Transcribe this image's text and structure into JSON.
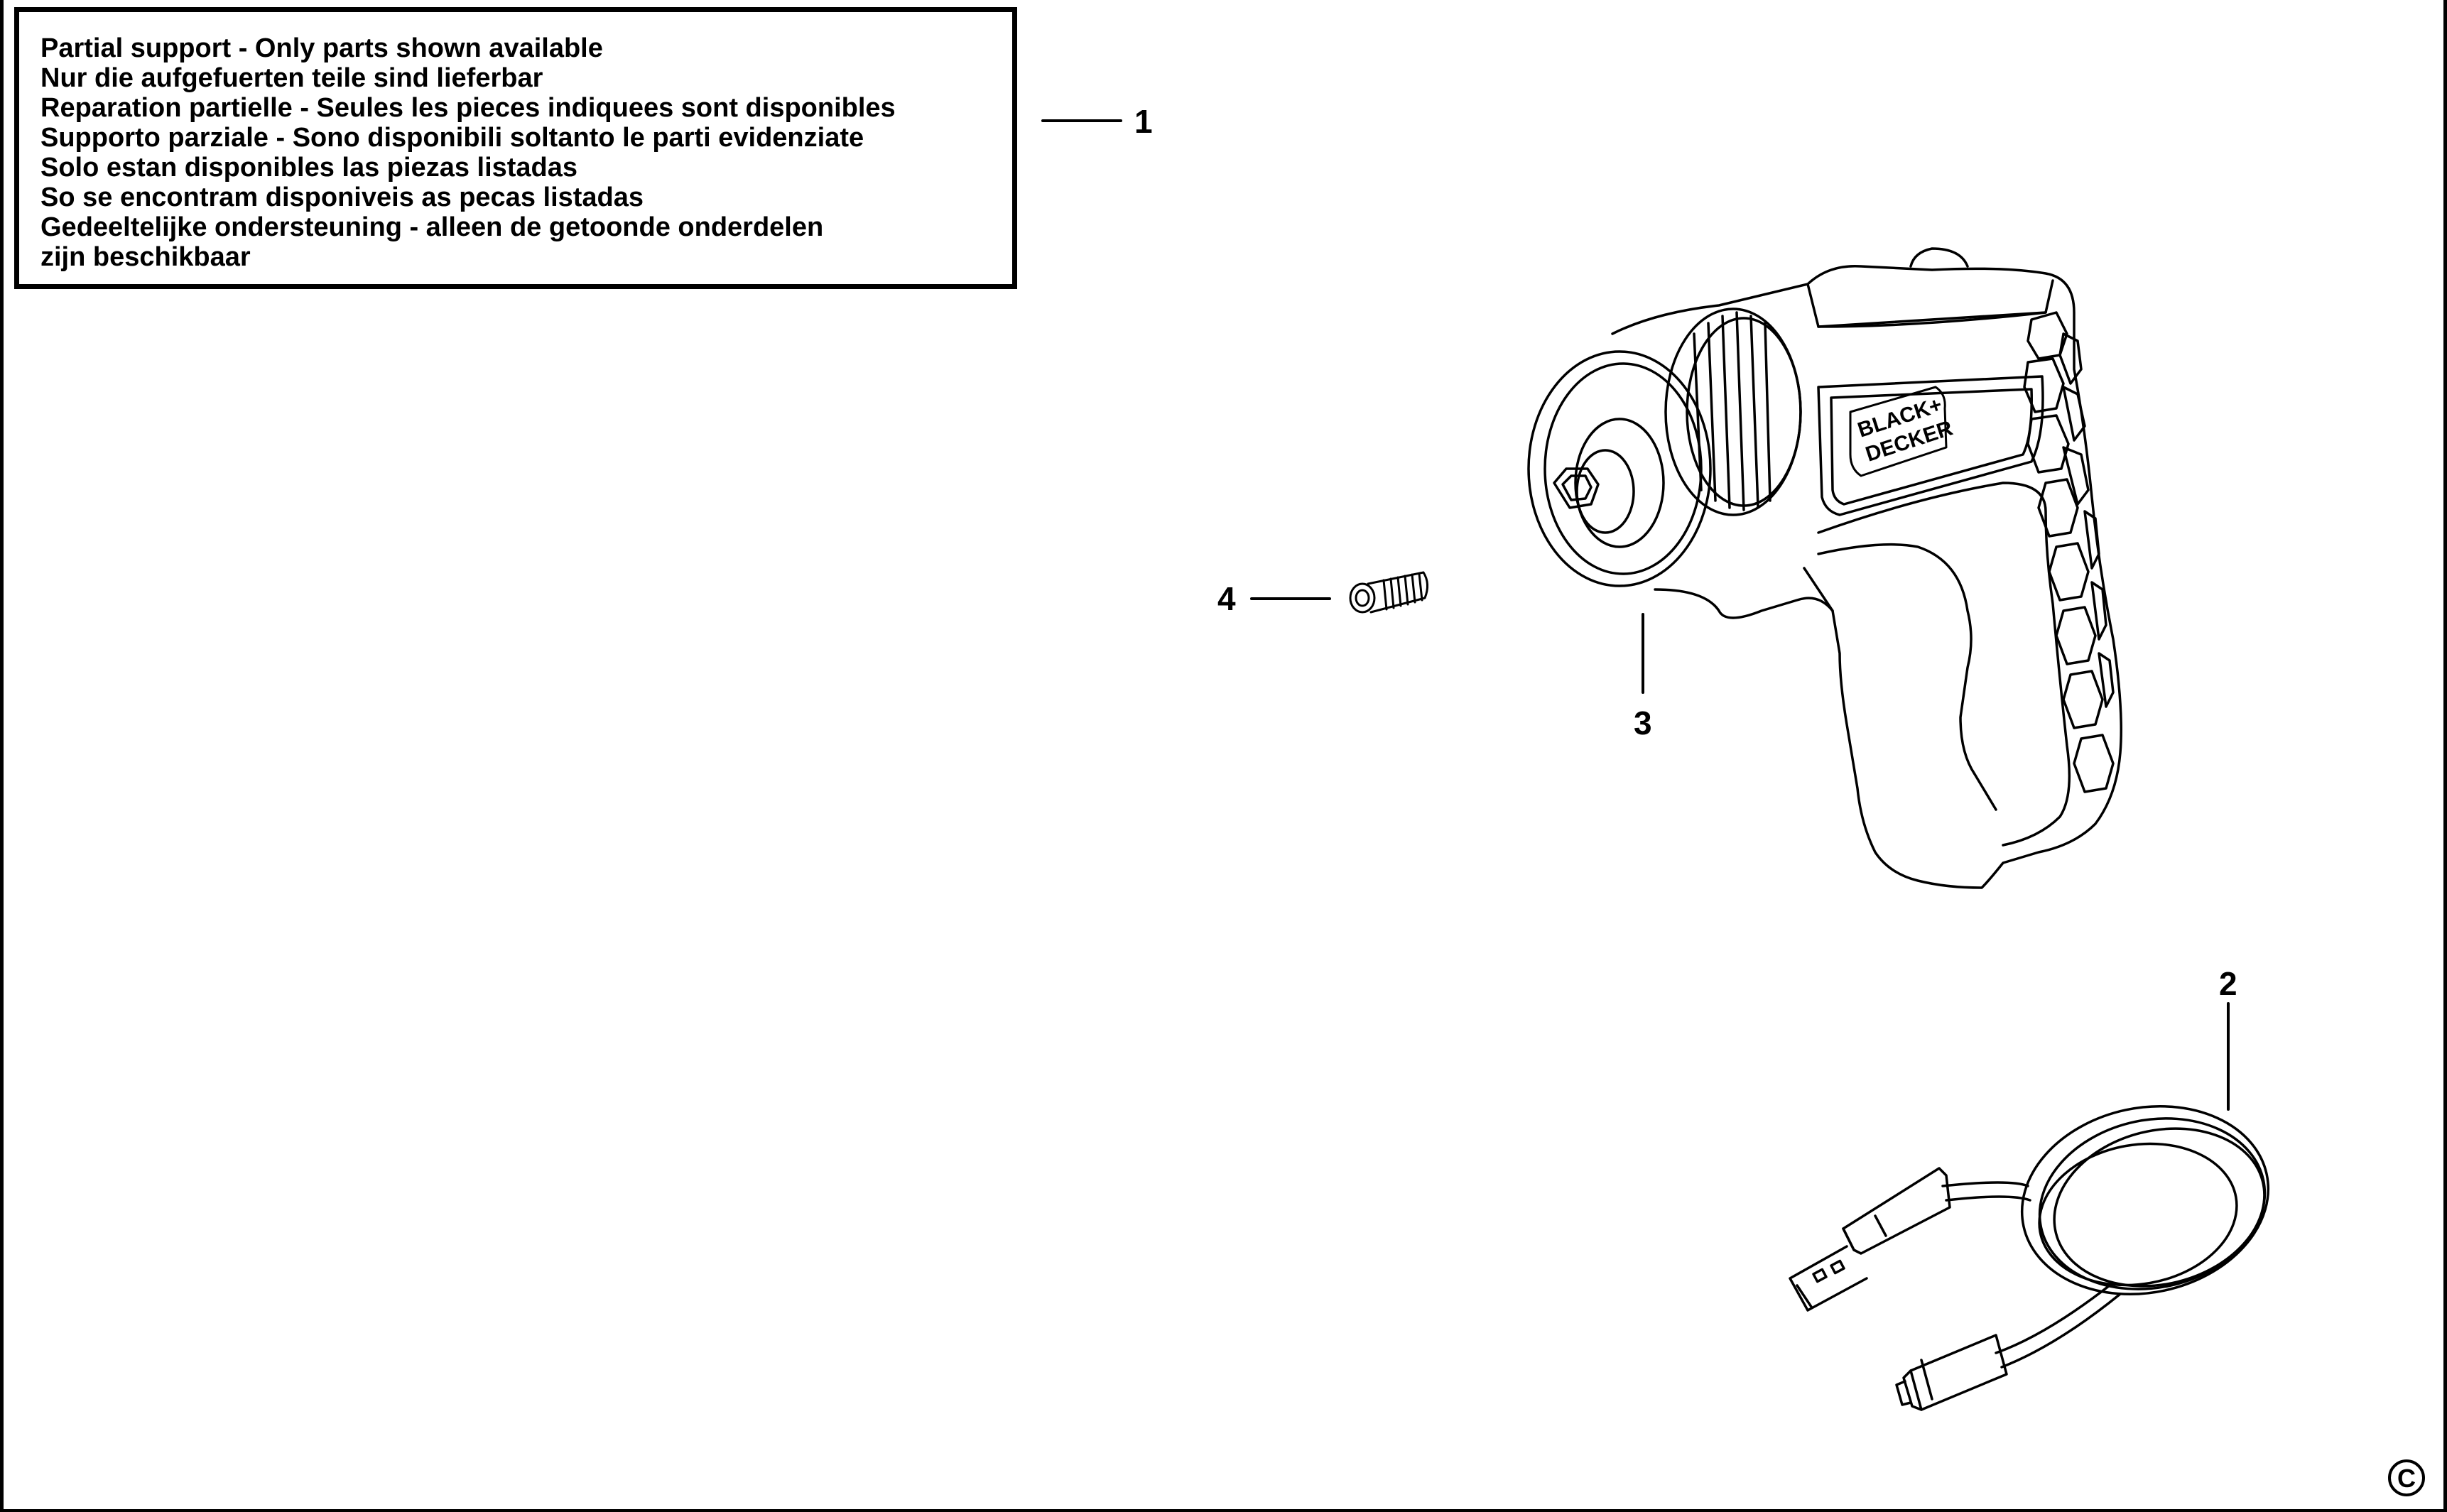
{
  "notice": {
    "lines": [
      "Partial support - Only parts shown available",
      "Nur die aufgefuerten teile sind lieferbar",
      "Reparation partielle - Seules les pieces indiquees sont disponibles",
      "Supporto parziale - Sono disponibili soltanto le parti evidenziate",
      "Solo estan disponibles las piezas listadas",
      "So se encontram disponiveis as pecas listadas",
      "Gedeeltelijke ondersteuning - alleen de getoonde onderdelen",
      "zijn beschikbaar"
    ]
  },
  "callouts": {
    "part1": "1",
    "part2": "2",
    "part3": "3",
    "part4": "4"
  },
  "brand": {
    "line1": "BLACK+",
    "line2": "DECKER"
  },
  "copyright_symbol": "C"
}
